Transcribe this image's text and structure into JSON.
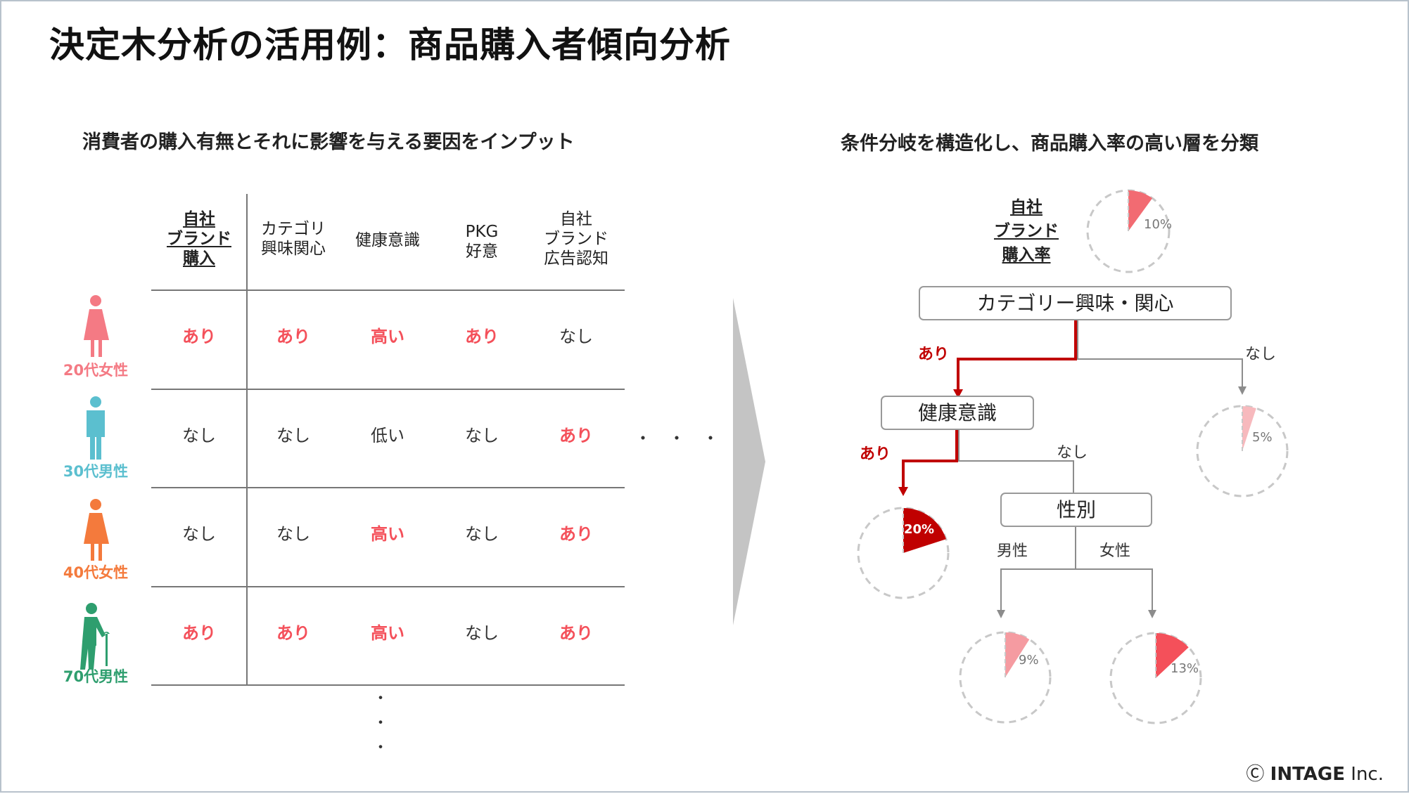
{
  "title": "決定木分析の活用例：商品購入者傾向分析",
  "left_heading": "消費者の購入有無とそれに影響を与える要因をインプット",
  "right_heading": "条件分岐を構造化し、商品購入率の高い層を分類",
  "table": {
    "columns": [
      {
        "label": "自社\nブランド\n購入",
        "bold": true
      },
      {
        "label": "カテゴリ\n興味関心",
        "bold": false
      },
      {
        "label": "健康意識",
        "bold": false
      },
      {
        "label": "PKG\n好意",
        "bold": false
      },
      {
        "label": "自社\nブランド\n広告認知",
        "bold": false
      }
    ],
    "rows": [
      {
        "label": "20代女性",
        "color": "#f47a84",
        "icon": "woman-icon",
        "cells": [
          [
            "あり",
            true
          ],
          [
            "あり",
            true
          ],
          [
            "高い",
            true
          ],
          [
            "あり",
            true
          ],
          [
            "なし",
            false
          ]
        ]
      },
      {
        "label": "30代男性",
        "color": "#5bbfcf",
        "icon": "man-icon",
        "cells": [
          [
            "なし",
            false
          ],
          [
            "なし",
            false
          ],
          [
            "低い",
            false
          ],
          [
            "なし",
            false
          ],
          [
            "あり",
            true
          ]
        ]
      },
      {
        "label": "40代女性",
        "color": "#f47a3c",
        "icon": "woman-icon",
        "cells": [
          [
            "なし",
            false
          ],
          [
            "なし",
            false
          ],
          [
            "高い",
            true
          ],
          [
            "なし",
            false
          ],
          [
            "あり",
            true
          ]
        ]
      },
      {
        "label": "70代男性",
        "color": "#2e9e6e",
        "icon": "elderly-man-with-cane-icon",
        "cells": [
          [
            "あり",
            true
          ],
          [
            "あり",
            true
          ],
          [
            "高い",
            true
          ],
          [
            "なし",
            false
          ],
          [
            "あり",
            true
          ]
        ]
      }
    ],
    "more_columns": "・・・",
    "more_rows": [
      "・",
      "・",
      "・"
    ]
  },
  "tree": {
    "target_label": "自社\nブランド\n購入率",
    "overall_rate": "10%",
    "nodes": {
      "root": "カテゴリー興味・関心",
      "health": "健康意識",
      "gender": "性別"
    },
    "edges": {
      "root_yes": "あり",
      "root_no": "なし",
      "health_yes": "あり",
      "health_no": "なし",
      "gender_male": "男性",
      "gender_female": "女性"
    },
    "leaves": {
      "category_no": "5%",
      "health_yes": "20%",
      "male": "9%",
      "female": "13%"
    }
  },
  "copyright": {
    "symbol": "Ⓒ",
    "brand": "INTAGE",
    "suffix": "Inc."
  },
  "colors": {
    "highlight": "#f4505a",
    "branch_red": "#c00000",
    "pie_overall": "#f26b72",
    "pie_5": "#f7b9bd",
    "pie_20": "#c00000",
    "pie_9": "#f59ba1",
    "pie_13": "#f4505a"
  }
}
